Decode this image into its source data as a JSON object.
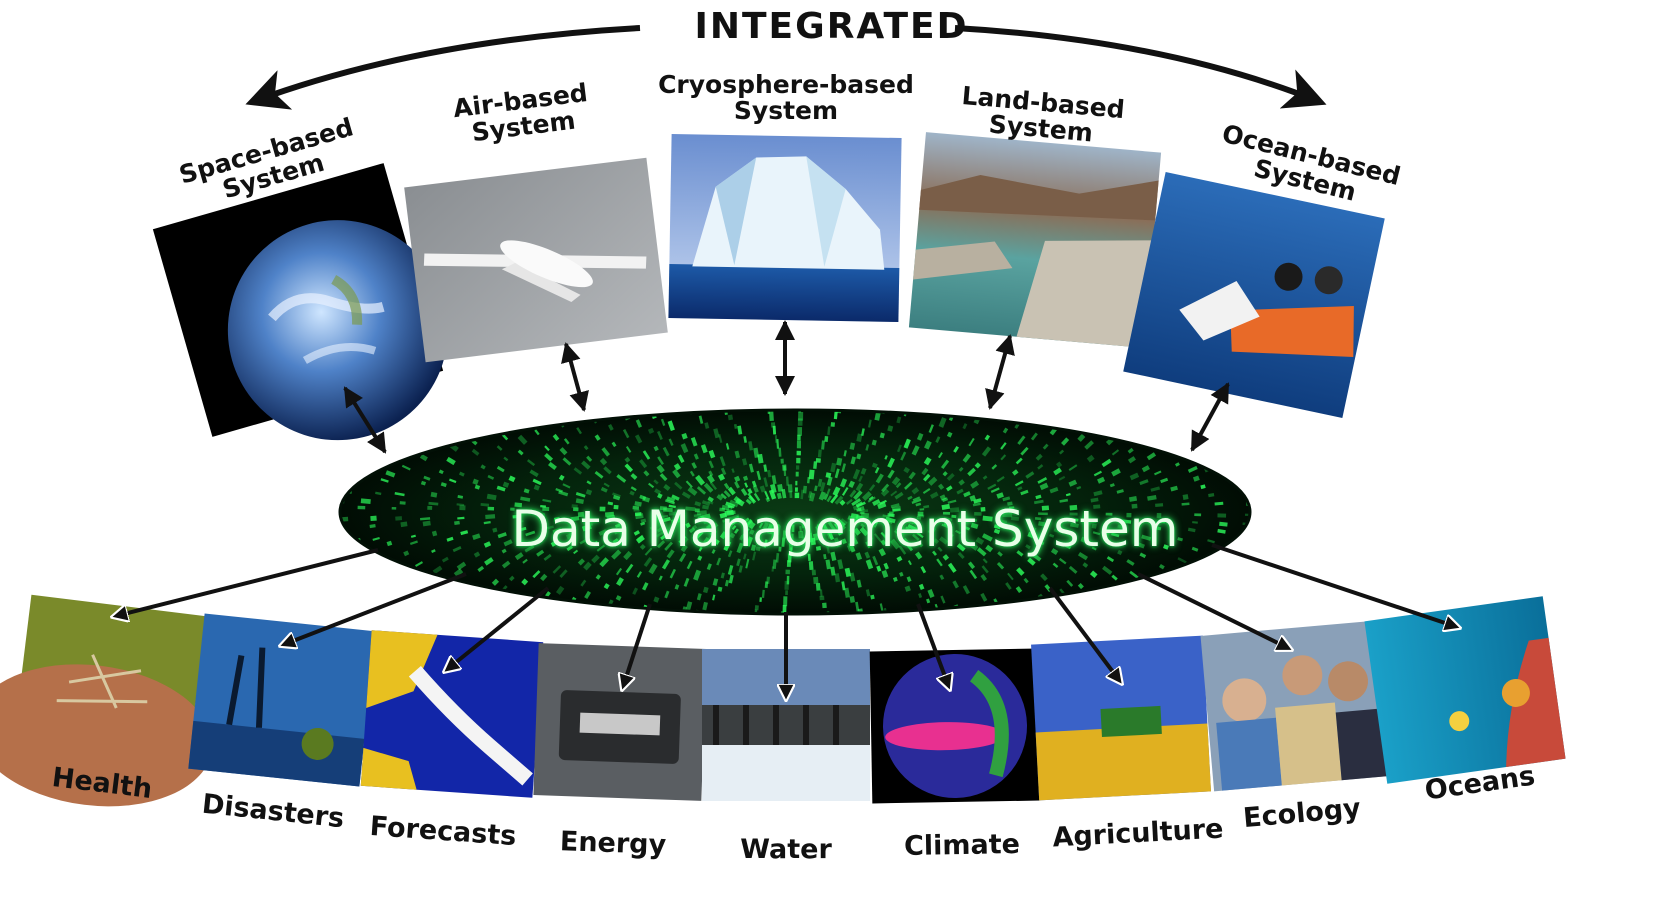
{
  "header": {
    "integrated": "INTEGRATED"
  },
  "center": {
    "title": "Data Management System"
  },
  "systems": [
    {
      "id": "space",
      "label": "Space-based\nSystem",
      "image": "earth-from-space"
    },
    {
      "id": "air",
      "label": "Air-based\nSystem",
      "image": "unmanned-aircraft"
    },
    {
      "id": "cryosphere",
      "label": "Cryosphere-based\nSystem",
      "image": "iceberg"
    },
    {
      "id": "land",
      "label": "Land-based\nSystem",
      "image": "reservoir-canyon"
    },
    {
      "id": "ocean",
      "label": "Ocean-based\nSystem",
      "image": "ocean-buoy-boat"
    }
  ],
  "benefits": [
    {
      "id": "health",
      "label": "Health",
      "image": "mosquito-on-skin"
    },
    {
      "id": "disasters",
      "label": "Disasters",
      "image": "storm-flood"
    },
    {
      "id": "forecasts",
      "label": "Forecasts",
      "image": "hurricane-track-map"
    },
    {
      "id": "energy",
      "label": "Energy",
      "image": "fuel-cell-engine"
    },
    {
      "id": "water",
      "label": "Water",
      "image": "dam-spillway"
    },
    {
      "id": "climate",
      "label": "Climate",
      "image": "globe-sea-temperature"
    },
    {
      "id": "agriculture",
      "label": "Agriculture",
      "image": "combine-harvester-field"
    },
    {
      "id": "ecology",
      "label": "Ecology",
      "image": "field-researchers"
    },
    {
      "id": "oceans",
      "label": "Oceans",
      "image": "coral-reef-diver"
    }
  ],
  "colors": {
    "ellipse": "#021a08",
    "matrix_green": "#2cff5c",
    "arrow": "#111111",
    "title_glow": "#38ff6a"
  }
}
